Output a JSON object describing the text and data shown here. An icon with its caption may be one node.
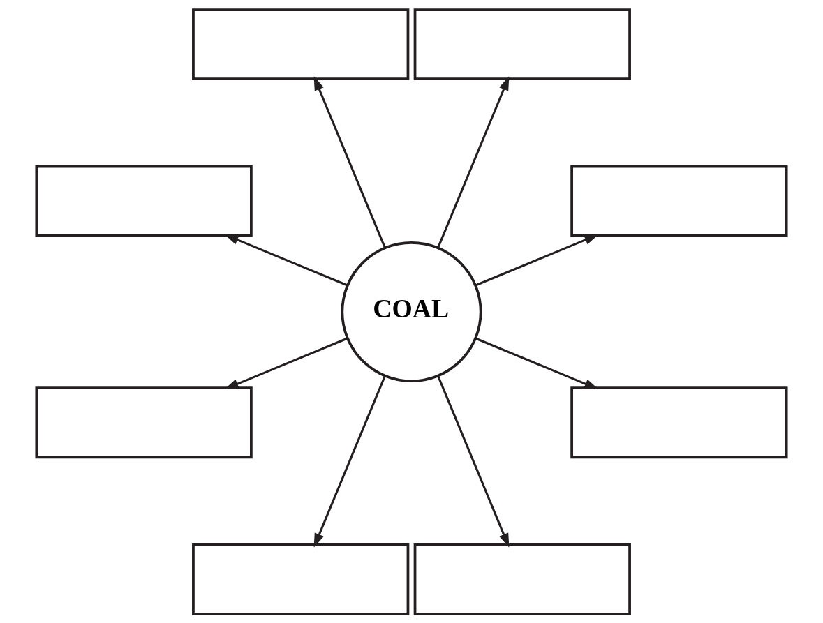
{
  "diagram": {
    "nodes": [
      {
        "text": [
          "COAL"
        ]
      },
      {
        "text": [],
        "shape": "box"
      },
      {
        "text": [],
        "shape": "box"
      },
      {
        "text": [],
        "shape": "box"
      },
      {
        "text": [],
        "shape": "box"
      },
      {
        "text": [],
        "shape": "box"
      },
      {
        "text": [],
        "shape": "box"
      },
      {
        "text": [],
        "shape": "box"
      },
      {
        "text": [],
        "shape": "box"
      }
    ],
    "edges": [
      {
        "from": 0,
        "to": 1,
        "arrow": "to"
      },
      {
        "from": 0,
        "to": 3,
        "arrow": "to"
      },
      {
        "from": 0,
        "to": 5,
        "arrow": "to"
      },
      {
        "from": 0,
        "to": 7,
        "arrow": "to"
      },
      {
        "from": 0,
        "to": 8,
        "arrow": "to"
      },
      {
        "from": 0,
        "to": 6,
        "arrow": "to"
      },
      {
        "from": 0,
        "to": 4,
        "arrow": "to"
      },
      {
        "from": 0,
        "to": 2,
        "arrow": "to"
      }
    ]
  }
}
